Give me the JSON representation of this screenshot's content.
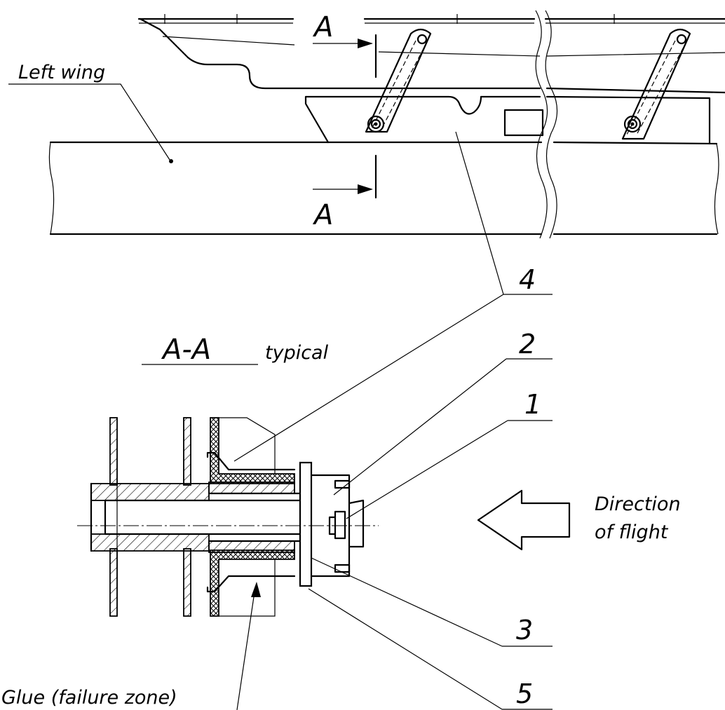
{
  "labels": {
    "left_wing": "Left wing",
    "section_letter": "A",
    "section_title": "A-A",
    "section_suffix": "typical",
    "item_1": "1",
    "item_2": "2",
    "item_3": "3",
    "item_4": "4",
    "item_5": "5",
    "glue": "Glue (failure zone)",
    "flight_line1": "Direction",
    "flight_line2": "of flight"
  }
}
